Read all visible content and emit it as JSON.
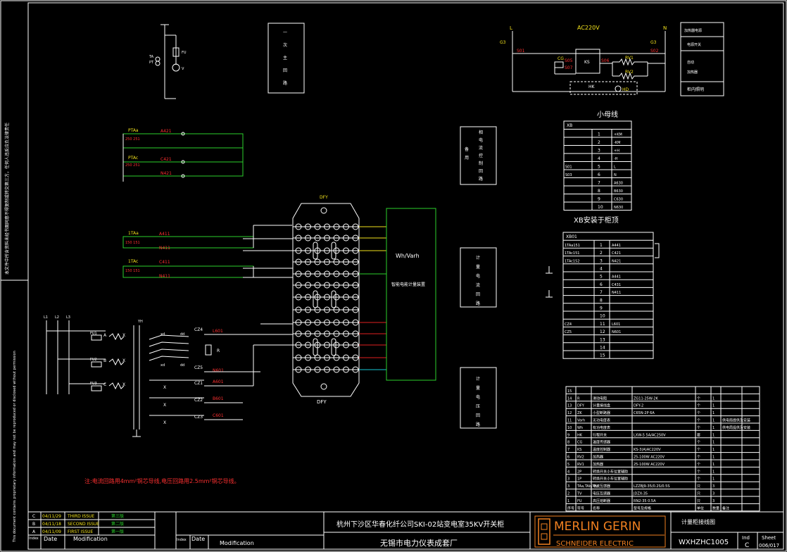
{
  "colors": {
    "bg": "#000000",
    "line": "#ffffff",
    "green": "#2bd12b",
    "yellow": "#f2e21c",
    "red": "#e02020",
    "cyan": "#19c8d6",
    "orange": "#f08020"
  },
  "side_notes": {
    "upper": "本文件中所含资料未经书面同意不得复制或转交第三方，任何人违反应负法律责任",
    "lower": "This document contains proprietary information and may not be reproduced or disclosed without permission"
  },
  "boxes": {
    "primary": [
      "一",
      "次",
      "主",
      "回",
      "路"
    ],
    "phase_ctrl": [
      "相",
      "电",
      "流",
      "控",
      "制",
      "回",
      "路"
    ],
    "standby": [
      "备",
      "用"
    ],
    "meter_current": [
      "计",
      "量",
      "电",
      "流",
      "回",
      "路"
    ],
    "meter_voltage": [
      "计",
      "量",
      "电",
      "压",
      "回",
      "路"
    ]
  },
  "top_left": {
    "labels": [
      "TA",
      "PT"
    ],
    "fu": "FU",
    "v": "V"
  },
  "ac": {
    "title": "AC220V",
    "L": "L",
    "N": "N",
    "G3a": "G3",
    "G3b": "G3",
    "S01": "S01",
    "S02": "S02",
    "CG": "CG",
    "S05": "S05",
    "S07": "S07",
    "KS": "KS",
    "S06": "S06",
    "RV1": "RV1",
    "RV2": "RV2",
    "HK": "HK",
    "HD": "HD"
  },
  "legend": [
    "加热器电源",
    "电源开关",
    "自动",
    "加热器",
    "柜内照明"
  ],
  "ct_circuits": [
    {
      "name": "PTAa",
      "nums": "250 251",
      "wire": "A421"
    },
    {
      "name": "PTAc",
      "nums": "250 251",
      "wire": "C421"
    },
    {
      "name": "",
      "nums": "",
      "wire": "N421"
    }
  ],
  "meter_cts": [
    {
      "name": "1TAa",
      "nums": "150 151",
      "wire1": "A411",
      "wire2": "N411"
    },
    {
      "name": "1TAc",
      "nums": "150 151",
      "wire1": "C411",
      "wire2": "N411"
    }
  ],
  "pt": {
    "lines": [
      "L1",
      "L2",
      "L3"
    ],
    "fuses": [
      "FU1",
      "FU2",
      "FU3"
    ],
    "phases": [
      "A",
      "B",
      "C"
    ],
    "x": "X",
    "yh": "YH",
    "xd": "xd",
    "dd": "dd",
    "cz": [
      "CZ4",
      "CZ5",
      "CZ1",
      "CZ2",
      "CZ3"
    ],
    "wires": [
      "L601",
      "N601",
      "A601",
      "B601",
      "C601"
    ],
    "r": "R"
  },
  "dfy": {
    "top": "DFY",
    "bottom": "DFY"
  },
  "meter": {
    "title": "Wh/Varh",
    "desc": "智能电能计量装置"
  },
  "xb_title": "小母线",
  "xb": {
    "header": "XB",
    "rows": [
      {
        "a": "",
        "n": "1",
        "v": "+KM"
      },
      {
        "a": "",
        "n": "2",
        "v": "-KM"
      },
      {
        "a": "",
        "n": "3",
        "v": "+H"
      },
      {
        "a": "",
        "n": "4",
        "v": "-H"
      },
      {
        "a": "S01",
        "n": "5",
        "v": "L"
      },
      {
        "a": "S03",
        "n": "6",
        "v": "N"
      },
      {
        "a": "",
        "n": "7",
        "v": "A630"
      },
      {
        "a": "",
        "n": "8",
        "v": "B630"
      },
      {
        "a": "",
        "n": "9",
        "v": "C630"
      },
      {
        "a": "",
        "n": "10",
        "v": "N630"
      }
    ]
  },
  "xb01_title": "XB安装于柜顶",
  "xb01": {
    "header": "XB01",
    "rows": [
      {
        "a": "1TAa151",
        "n": "1",
        "v": "A441"
      },
      {
        "a": "1TAc151",
        "n": "2",
        "v": "C421"
      },
      {
        "a": "1TAc152",
        "n": "3",
        "v": "N421"
      },
      {
        "a": "",
        "n": "4",
        "v": ""
      },
      {
        "a": "",
        "n": "5",
        "v": "A441"
      },
      {
        "a": "",
        "n": "6",
        "v": "C431"
      },
      {
        "a": "",
        "n": "7",
        "v": "N411"
      },
      {
        "a": "",
        "n": "8",
        "v": ""
      },
      {
        "a": "",
        "n": "9",
        "v": ""
      },
      {
        "a": "",
        "n": "10",
        "v": ""
      },
      {
        "a": "CZ4",
        "n": "11",
        "v": "L601"
      },
      {
        "a": "CZ5",
        "n": "12",
        "v": "N601"
      },
      {
        "a": "",
        "n": "13",
        "v": ""
      },
      {
        "a": "",
        "n": "14",
        "v": ""
      },
      {
        "a": "",
        "n": "15",
        "v": ""
      }
    ]
  },
  "note": "注:电流回路用4mm²铜芯导线,电压回路用2.5mm²铜芯导线。",
  "bom": {
    "rows": [
      [
        "15",
        "",
        "",
        "",
        "",
        "",
        ""
      ],
      [
        "14",
        "R",
        "滑动电阻",
        "ZG11-25W-2K",
        "个",
        "1",
        ""
      ],
      [
        "13",
        "DFY",
        "计量接线盒",
        "DFY-2",
        "个",
        "1",
        ""
      ],
      [
        "12",
        "ZK",
        "小型断路器",
        "C65N-2P 6A",
        "个",
        "1",
        ""
      ],
      [
        "11",
        "Varh",
        "无功电度表",
        "",
        "个",
        "1",
        "供电局提供及安装"
      ],
      [
        "10",
        "Wh",
        "有功电度表",
        "",
        "个",
        "1",
        "供电局提供及安装"
      ],
      [
        "9",
        "HK",
        "行程开关",
        "LXW-5 5A/AC250V",
        "套",
        "1",
        ""
      ],
      [
        "8",
        "CG",
        "温度传感器",
        "",
        "个",
        "1",
        ""
      ],
      [
        "7",
        "KS",
        "温度控制器",
        "KS-3(A)AC220V",
        "个",
        "1",
        ""
      ],
      [
        "6",
        "RV2",
        "加热器",
        "25-100W  AC220V",
        "个",
        "1",
        ""
      ],
      [
        "5",
        "RV1",
        "加热器",
        "25-100W  AC220V",
        "个",
        "1",
        ""
      ],
      [
        "4",
        "2P",
        "转换开关小车位置辅助",
        "",
        "个",
        "1",
        ""
      ],
      [
        "3",
        "1P",
        "转换开关小车位置辅助",
        "",
        "个",
        "1",
        ""
      ],
      [
        "3",
        "TAa,TAb,TAc",
        "电流互感器",
        "LZZBJ9-35/0.2S/0.5S",
        "只",
        "3",
        ""
      ],
      [
        "2",
        "TV",
        "电压互感器",
        "JDZX-35",
        "只",
        "3",
        ""
      ],
      [
        "1",
        "FU",
        "高压熔断器",
        "RN2-35  0.5A",
        "只",
        "3",
        ""
      ],
      [
        "序号",
        "符号",
        "名称",
        "型号及规格",
        "单位",
        "数量",
        "备注"
      ]
    ]
  },
  "rev": [
    {
      "idx": "C",
      "date": "04/11/29",
      "text": "THIRD ISSUE",
      "cn": "第三版"
    },
    {
      "idx": "B",
      "date": "04/11/18",
      "text": "SECOND ISSUE",
      "cn": "第二版"
    },
    {
      "idx": "A",
      "date": "04/11/09",
      "text": "FIRST ISSUE",
      "cn": "第一版"
    }
  ],
  "rev_header": {
    "index": "Index",
    "date": "Date",
    "mod": "Modification",
    "index2": "Index",
    "date2": "Date",
    "mod2": "Modification"
  },
  "title_block": {
    "line1": "杭州下沙区华春化纤公司SKI-02站变电室35KV开关柜",
    "line2": "无锡市电力仪表成套厂",
    "logo": "MERLIN GERIN",
    "logo_sub": "SCHNEIDER ELECTRIC",
    "drawing_title": "计量柜接线图",
    "drawing_no": "WXHZHC1005",
    "ind_label": "Ind",
    "ind": "C",
    "sheet_label": "Sheet",
    "sheet": "006/017"
  }
}
